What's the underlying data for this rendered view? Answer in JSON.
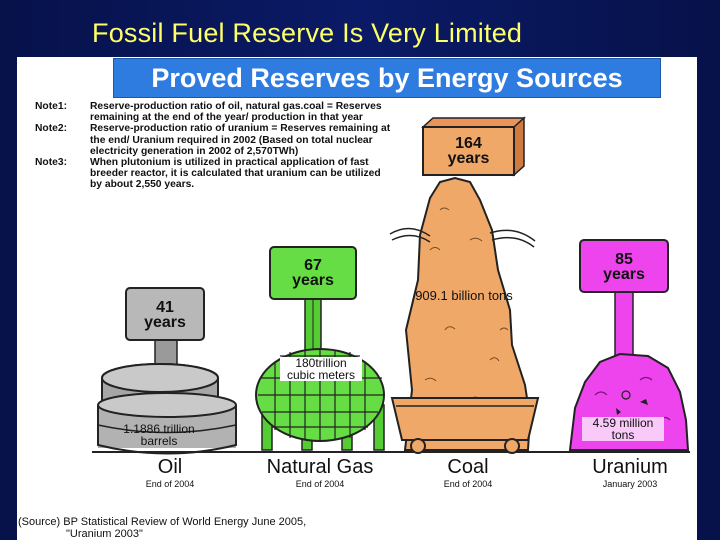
{
  "slide": {
    "title": "Fossil Fuel Reserve Is Very Limited",
    "colors": {
      "background": "#0a1a66",
      "title": "#ffff66",
      "banner": "#2f7ce0"
    }
  },
  "banner": {
    "title": "Proved Reserves by Energy Sources"
  },
  "notes": [
    {
      "tag": "Note1:",
      "text": "Reserve-production ratio of oil, natural gas.coal = Reserves remaining at the end of the year/ production in that year"
    },
    {
      "tag": "Note2:",
      "text": "Reserve-production ratio of uranium = Reserves remaining at the end/ Uranium required in 2002 (Based on total nuclear electricity generation in 2002 of 2,570TWh)"
    },
    {
      "tag": "Note3:",
      "text": "When plutonium is utilized in practical application of fast breeder reactor, it is calculated that uranium can be utilized by about 2,550 years."
    }
  ],
  "sources": [
    {
      "id": "oil",
      "name": "Oil",
      "date": "End of 2004",
      "years_value": "41",
      "years_unit": "years",
      "amount": "1.1886 trillion barrels",
      "sign_color": "#b8b8b8",
      "icon": "oil-barrels-icon"
    },
    {
      "id": "gas",
      "name": "Natural Gas",
      "date": "End of 2004",
      "years_value": "67",
      "years_unit": "years",
      "amount": "180trillion cubic meters",
      "sign_color": "#66dd44",
      "icon": "gas-tank-icon"
    },
    {
      "id": "coal",
      "name": "Coal",
      "date": "End of 2004",
      "years_value": "164",
      "years_unit": "years",
      "amount": "909.1 billion tons",
      "sign_color": "#f0a868",
      "icon": "coal-cart-icon"
    },
    {
      "id": "uranium",
      "name": "Uranium",
      "date": "January 2003",
      "years_value": "85",
      "years_unit": "years",
      "amount": "4.59 million tons",
      "sign_color": "#ee44ee",
      "icon": "uranium-pile-icon"
    }
  ],
  "source_note": {
    "line1": "(Source) BP Statistical Review of World Energy June 2005,",
    "line2": "\"Uranium 2003\""
  }
}
